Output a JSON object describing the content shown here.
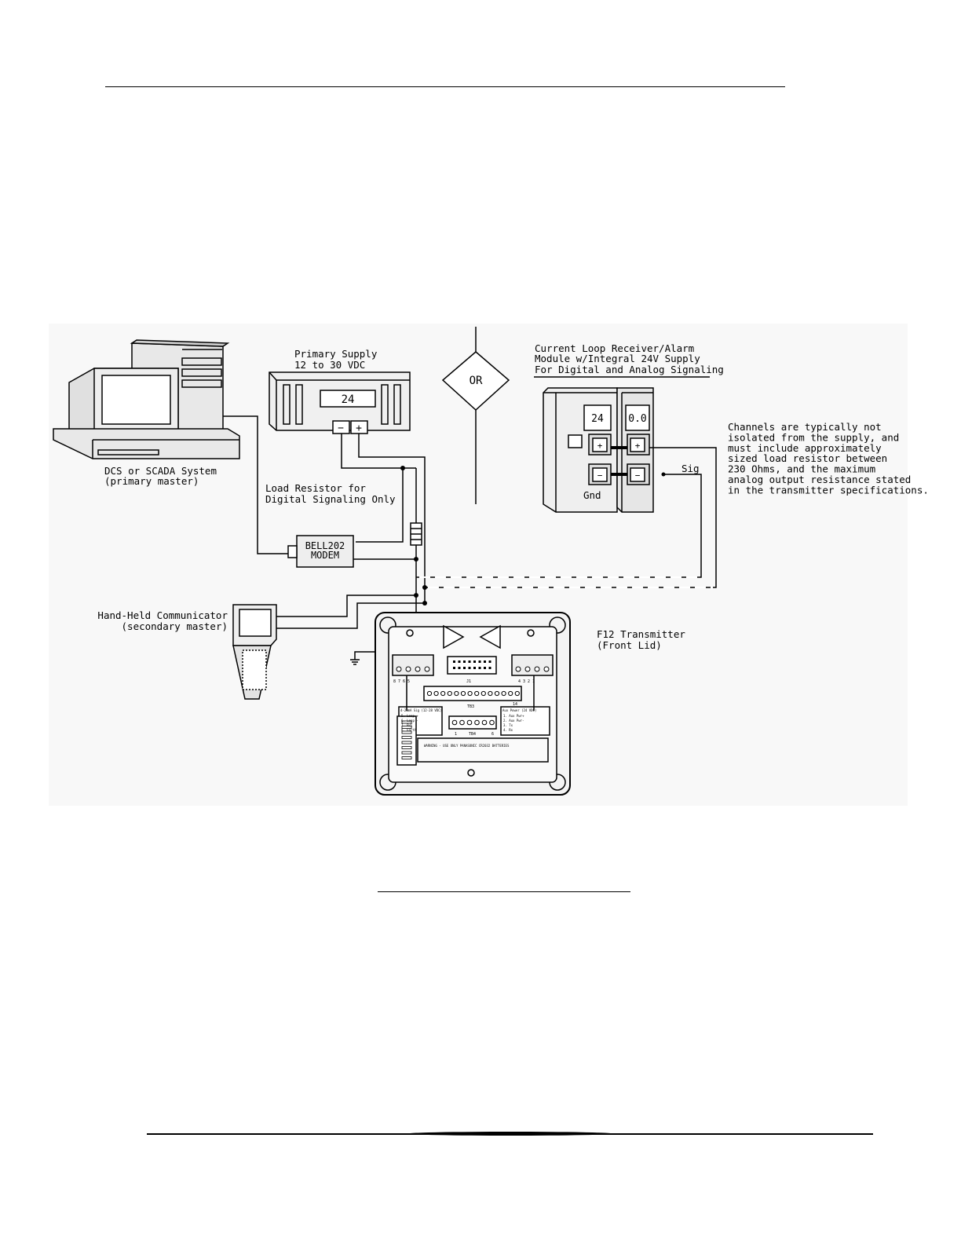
{
  "diagram": {
    "dcs_label": [
      "DCS or SCADA System",
      "(primary master)"
    ],
    "supply_label": [
      "Primary Supply",
      "12 to 30 VDC"
    ],
    "supply_display": "24",
    "supply_minus": "−",
    "supply_plus": "+",
    "or_label": "OR",
    "receiver_label": [
      "Current Loop Receiver/Alarm",
      "Module w/Integral 24V Supply",
      "For Digital and Analog Signaling"
    ],
    "receiver_display_left": "24",
    "receiver_display_right": "0.0",
    "receiver_plus": "+",
    "receiver_minus": "−",
    "gnd_label": "Gnd",
    "sig_label": "Sig",
    "channels_note": [
      "Channels are typically not",
      "isolated from the supply, and",
      "must include approximately",
      "sized load resistor between",
      "230 Ohms, and the maximum",
      "analog output resistance stated",
      "in the transmitter specifications."
    ],
    "load_resistor_label": [
      "Load Resistor for",
      "Digital Signaling Only"
    ],
    "modem_label": [
      "BELL202",
      "MODEM"
    ],
    "hhc_label": [
      "Hand-Held Communicator",
      "(secondary master)"
    ],
    "transmitter_label": [
      "F12 Transmitter",
      "(Front Lid)"
    ],
    "pcb": {
      "j1": "J1",
      "tb3": "TB3",
      "tb3_end": "14",
      "tb4": "TB4",
      "tb4_start": "1",
      "tb4_end": "6",
      "left_terms": "8 7 6 5",
      "right_terms": "4 3 2 1",
      "loop_box": [
        "4-20mA Sig (12-28 VDC)",
        "5. Loop +",
        "6. Loop -",
        "7. B/C",
        "8. Earth"
      ],
      "aux_box": [
        "Aux Power (24 VDC)",
        "1. Aux Pwr+",
        "2. Aux Pwr-",
        "3. Tx",
        "4. Rx"
      ],
      "warning": "WARNING - USE ONLY PANASONIC CR2032 BATTERIES"
    }
  }
}
